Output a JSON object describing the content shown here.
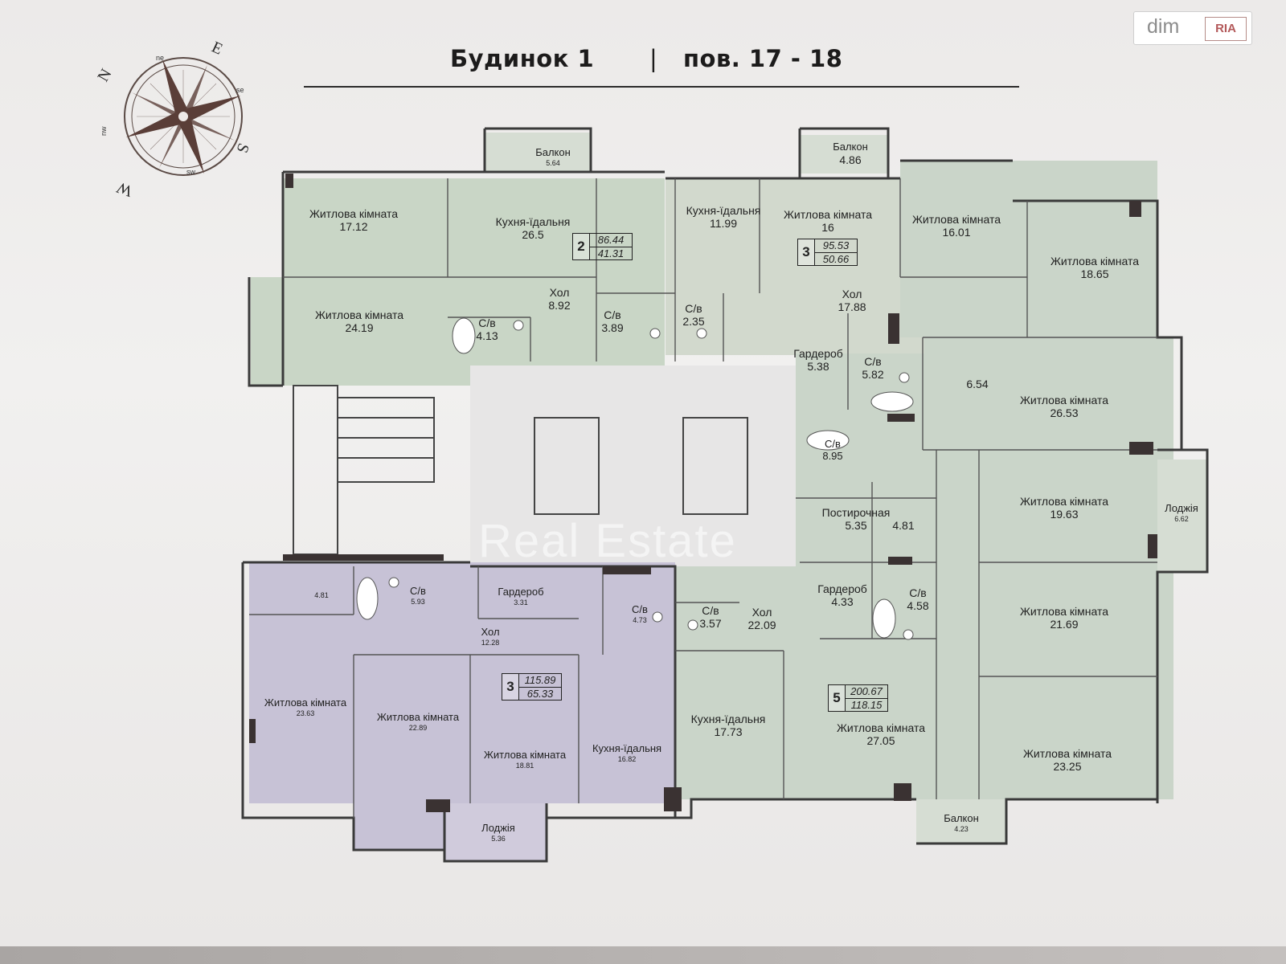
{
  "header": {
    "building": "Будинок 1",
    "separator": "|",
    "floors": "пов. 17 - 18"
  },
  "watermark": {
    "brand_left": "dim",
    "brand_right": "RIA",
    "overlay": "Real Estate"
  },
  "compass": {
    "north": "N",
    "east": "E",
    "south": "S",
    "west": "W",
    "ne": "ne",
    "se": "se",
    "sw": "sw",
    "nw": "nw"
  },
  "colors": {
    "unit_2": "#c9d6c6",
    "unit_3_top": "#d2d9cd",
    "unit_3_bottom": "#c7c2d6",
    "unit_5": "#cad5c9",
    "core": "#e7e6e6",
    "wall": "#3a3a3a"
  },
  "units": [
    {
      "id": "unit-2",
      "rooms": "2",
      "total_area": "86.44",
      "living_area": "41.31"
    },
    {
      "id": "unit-3a",
      "rooms": "3",
      "total_area": "95.53",
      "living_area": "50.66"
    },
    {
      "id": "unit-3b",
      "rooms": "3",
      "total_area": "115.89",
      "living_area": "65.33"
    },
    {
      "id": "unit-5",
      "rooms": "5",
      "total_area": "200.67",
      "living_area": "118.15"
    }
  ],
  "rooms": [
    {
      "name": "Балкон",
      "area": "5.64"
    },
    {
      "name": "Балкон",
      "area": "4.86"
    },
    {
      "name": "Житлова кімната",
      "area": "17.12"
    },
    {
      "name": "Кухня-їдальня",
      "area": "26.5"
    },
    {
      "name": "Кухня-їдальня",
      "area": "11.99"
    },
    {
      "name": "Житлова кімната",
      "area": "16"
    },
    {
      "name": "Житлова кімната",
      "area": "16.01"
    },
    {
      "name": "Житлова кімната",
      "area": "18.65"
    },
    {
      "name": "Житлова кімната",
      "area": "24.19"
    },
    {
      "name": "Хол",
      "area": "8.92"
    },
    {
      "name": "С/в",
      "area": "4.13"
    },
    {
      "name": "С/в",
      "area": "3.89"
    },
    {
      "name": "С/в",
      "area": "2.35"
    },
    {
      "name": "Хол",
      "area": "17.88"
    },
    {
      "name": "Гардероб",
      "area": "5.38"
    },
    {
      "name": "С/в",
      "area": "5.82"
    },
    {
      "name": "",
      "area": "6.54"
    },
    {
      "name": "Житлова кімната",
      "area": "26.53"
    },
    {
      "name": "С/в",
      "area": "8.95"
    },
    {
      "name": "Житлова кімната",
      "area": "19.63"
    },
    {
      "name": "Лоджія",
      "area": "6.62"
    },
    {
      "name": "Постирочная",
      "area": "5.35"
    },
    {
      "name": "",
      "area": "4.81"
    },
    {
      "name": "Гардероб",
      "area": "4.33"
    },
    {
      "name": "С/в",
      "area": "4.58"
    },
    {
      "name": "Житлова кімната",
      "area": "21.69"
    },
    {
      "name": "",
      "area": "4.81"
    },
    {
      "name": "С/в",
      "area": "5.93"
    },
    {
      "name": "Гардероб",
      "area": "3.31"
    },
    {
      "name": "С/в",
      "area": "4.73"
    },
    {
      "name": "С/в",
      "area": "3.57"
    },
    {
      "name": "Хол",
      "area": "22.09"
    },
    {
      "name": "Хол",
      "area": "12.28"
    },
    {
      "name": "Житлова кімната",
      "area": "23.63"
    },
    {
      "name": "Житлова кімната",
      "area": "22.89"
    },
    {
      "name": "Житлова кімната",
      "area": "18.81"
    },
    {
      "name": "Кухня-їдальня",
      "area": "16.82"
    },
    {
      "name": "Кухня-їдальня",
      "area": "17.73"
    },
    {
      "name": "Житлова кімната",
      "area": "27.05"
    },
    {
      "name": "Житлова кімната",
      "area": "23.25"
    },
    {
      "name": "Лоджія",
      "area": "5.36"
    },
    {
      "name": "Балкон",
      "area": "4.23"
    }
  ]
}
